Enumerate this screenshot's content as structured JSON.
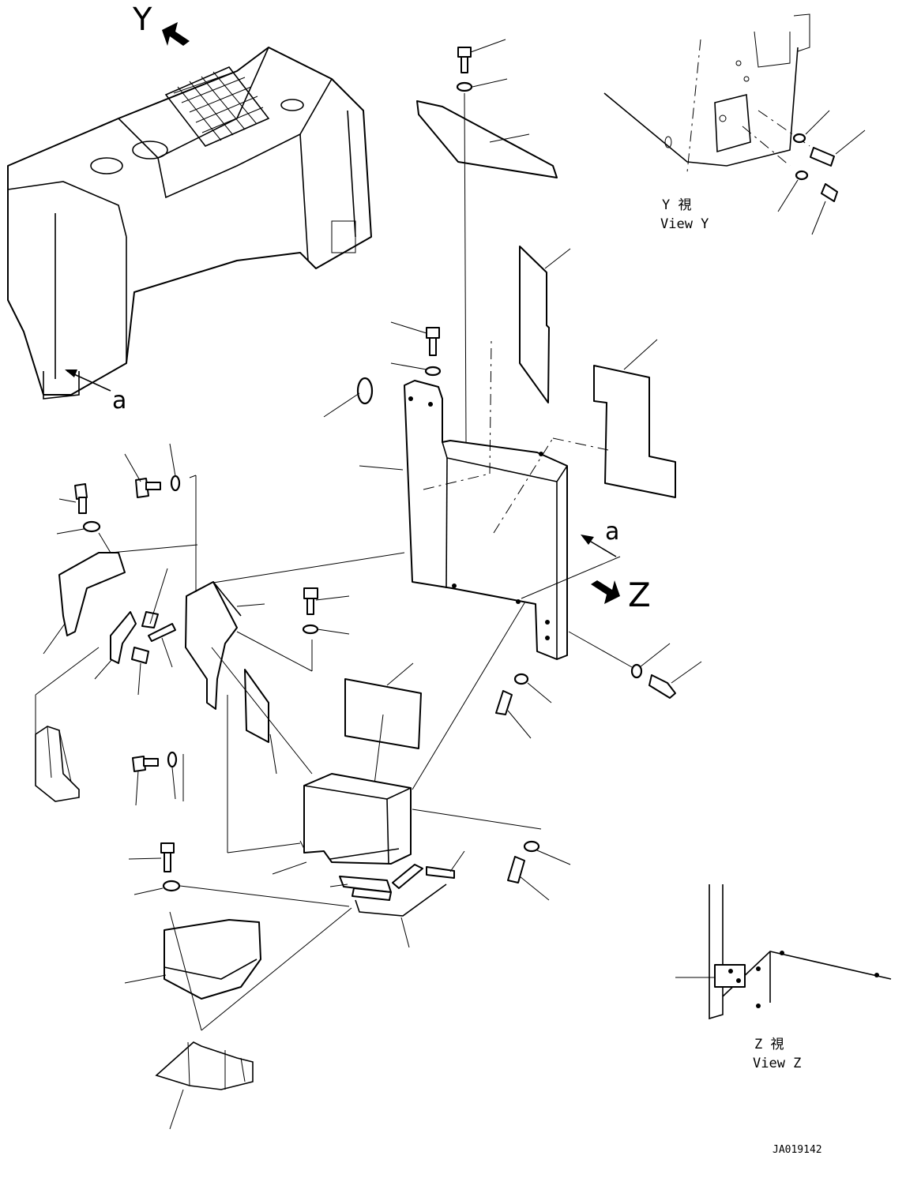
{
  "view_markers": {
    "y": "Y",
    "z": "Z",
    "a_top": "a",
    "a_mid": "a"
  },
  "view_y": {
    "jp": "Y 視",
    "en": "View Y"
  },
  "view_z": {
    "jp": "Z 視",
    "en": "View Z"
  },
  "drawing_number": "JA019142"
}
